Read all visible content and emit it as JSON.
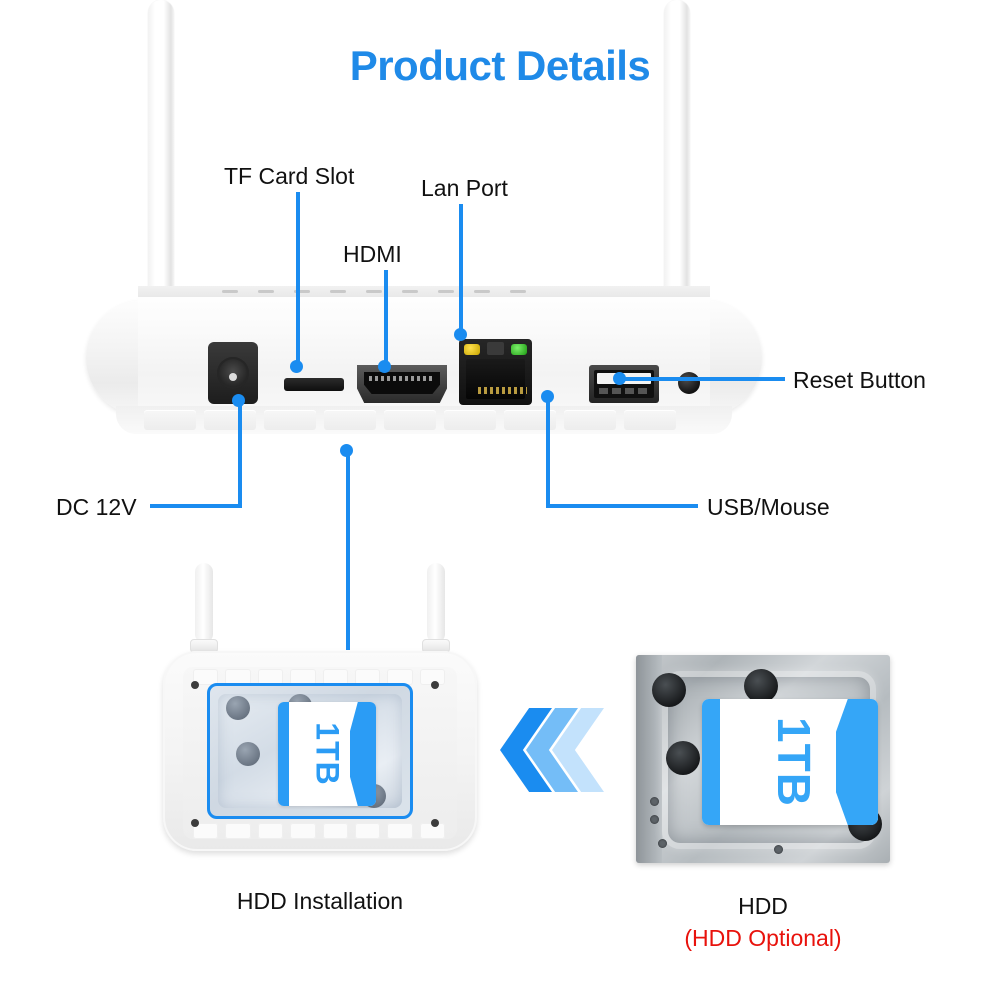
{
  "title": "Product Details",
  "colors": {
    "accent_blue": "#1a8cf0",
    "title_blue": "#1f8ae8",
    "label_black": "#111111",
    "optional_red": "#e8120c",
    "led_yellow": "#ffe14d",
    "led_green": "#7bf06a"
  },
  "callouts": {
    "tf_card_slot": "TF Card Slot",
    "hdmi": "HDMI",
    "lan_port": "Lan Port",
    "reset_button": "Reset Button",
    "usb_mouse": "USB/Mouse",
    "dc_12v": "DC 12V"
  },
  "ports": [
    {
      "name": "dc-jack",
      "label": "DC 12V"
    },
    {
      "name": "tf-card-slot",
      "label": "TF Card Slot"
    },
    {
      "name": "hdmi-port",
      "label": "HDMI"
    },
    {
      "name": "lan-port",
      "label": "Lan Port"
    },
    {
      "name": "usb-port",
      "label": "USB/Mouse"
    },
    {
      "name": "reset-button",
      "label": "Reset Button"
    }
  ],
  "hdd_section": {
    "installation_caption": "HDD Installation",
    "hdd_caption": "HDD",
    "hdd_optional_note": "(HDD Optional)",
    "capacity_label": "1TB"
  }
}
